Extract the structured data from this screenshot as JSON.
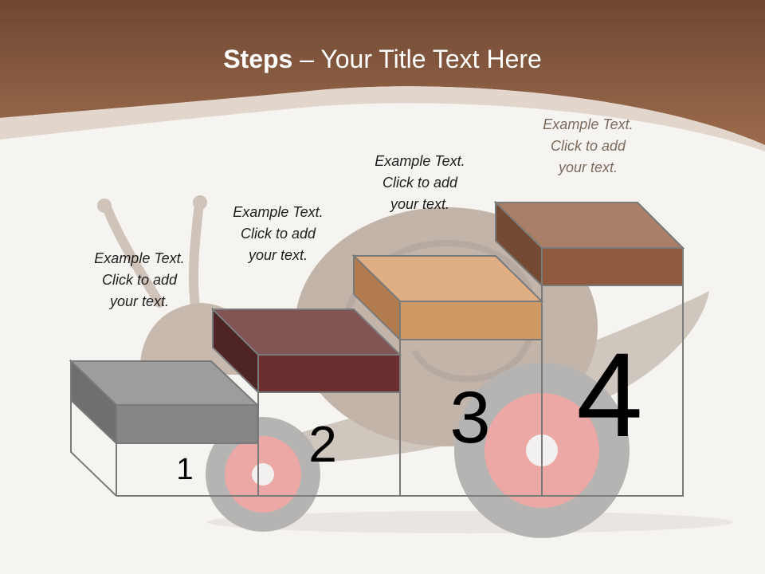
{
  "title": {
    "bold": "Steps",
    "rest": " – Your Title Text Here"
  },
  "steps": [
    {
      "number": "1",
      "caption": [
        "Example Text.",
        "Click  to add",
        "your text."
      ],
      "color": "#8a8a8a"
    },
    {
      "number": "2",
      "caption": [
        "Example Text.",
        "Click  to add",
        "your text."
      ],
      "color": "#6b2f2f"
    },
    {
      "number": "3",
      "caption": [
        "Example Text.",
        "Click  to add",
        "your text."
      ],
      "color": "#d09a65"
    },
    {
      "number": "4",
      "caption": [
        "Example Text.",
        "Click  to add",
        "your text."
      ],
      "color": "#8d5a3e"
    }
  ],
  "colors": {
    "header": "#7a4e34",
    "background": "#f6f4f1",
    "outline": "#7a7a7a"
  }
}
